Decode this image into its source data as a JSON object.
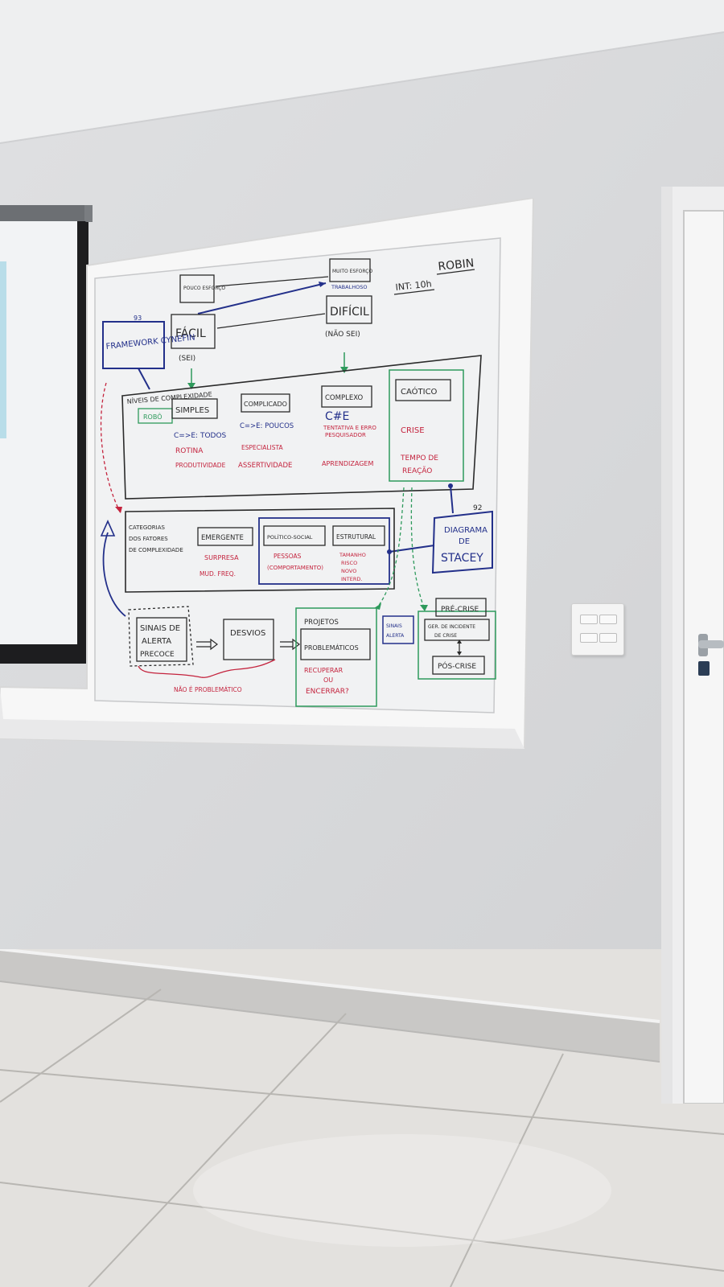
{
  "board": {
    "header": {
      "time": "INT: 10h",
      "name": "ROBIN"
    },
    "effort_axis": {
      "low_effort": "POUCO ESFORÇO",
      "high_effort": "MUITO ESFORÇO",
      "high_effort_note": "TRABALHOSO",
      "easy": "FÁCIL",
      "easy_note": "(SEI)",
      "hard": "DIFÍCIL",
      "hard_note": "(NÃO SEI)"
    },
    "framework": {
      "number": "93",
      "title": "FRAMEWORK CYNEFIN"
    },
    "complexity": {
      "title": "NÍVEIS DE COMPLEXIDADE",
      "robot": "ROBÔ",
      "simple": {
        "label": "SIMPLES",
        "line1": "C=>E: TODOS",
        "line2": "ROTINA",
        "line3": "PRODUTIVIDADE"
      },
      "complicated": {
        "label": "COMPLICADO",
        "line1": "C=>E: POUCOS",
        "line2": "ESPECIALISTA",
        "line3": "ASSERTIVIDADE"
      },
      "complex": {
        "label": "COMPLEXO",
        "line1": "C#E",
        "line2": "TENTATIVA E ERRO",
        "line3": "PESQUISADOR",
        "line4": "APRENDIZAGEM"
      },
      "chaotic": {
        "label": "CAÓTICO",
        "line1": "CRISE",
        "line2": "TEMPO DE",
        "line3": "REAÇÃO"
      }
    },
    "stacey": {
      "number": "92",
      "title_line1": "DIAGRAMA",
      "title_line2": "DE",
      "title_line3": "STACEY"
    },
    "factors": {
      "title_line1": "CATEGORIAS",
      "title_line2": "DOS FATORES",
      "title_line3": "DE COMPLEXIDADE",
      "emergent": {
        "label": "EMERGENTE",
        "line1": "SURPRESA",
        "line2": "MUD. FREQ."
      },
      "political": {
        "label": "POLÍTICO-SOCIAL",
        "line1": "PESSOAS",
        "line2": "(COMPORTAMENTO)"
      },
      "structural": {
        "label": "ESTRUTURAL",
        "line1": "TAMANHO",
        "line2": "RISCO",
        "line3": "NOVO",
        "line4": "INTERD."
      }
    },
    "bottom": {
      "signals_line1": "SINAIS DE",
      "signals_line2": "ALERTA",
      "signals_line3": "PRECOCE",
      "deviations": "DESVIOS",
      "projects_line1": "PROJETOS",
      "projects_line2": "PROBLEMÁTICOS",
      "recover_line1": "RECUPERAR",
      "recover_line2": "OU",
      "recover_line3": "ENCERRAR?",
      "not_problematic": "NÃO É PROBLEMÁTICO",
      "alert_signals_line1": "SINAIS",
      "alert_signals_line2": "ALERTA",
      "pre_crisis": "PRÉ-CRISE",
      "crisis_mgmt_line1": "GER. DE INCIDENTE",
      "crisis_mgmt_line2": "DE CRISE",
      "post_crisis": "PÓS-CRISE"
    }
  },
  "colors": {
    "marker_blue": "#23308a",
    "marker_red": "#c4233d",
    "marker_green": "#2e9a5c",
    "marker_black": "#2a2a2a",
    "wall": "#d9dadb",
    "whiteboard": "#f4f5f6"
  }
}
